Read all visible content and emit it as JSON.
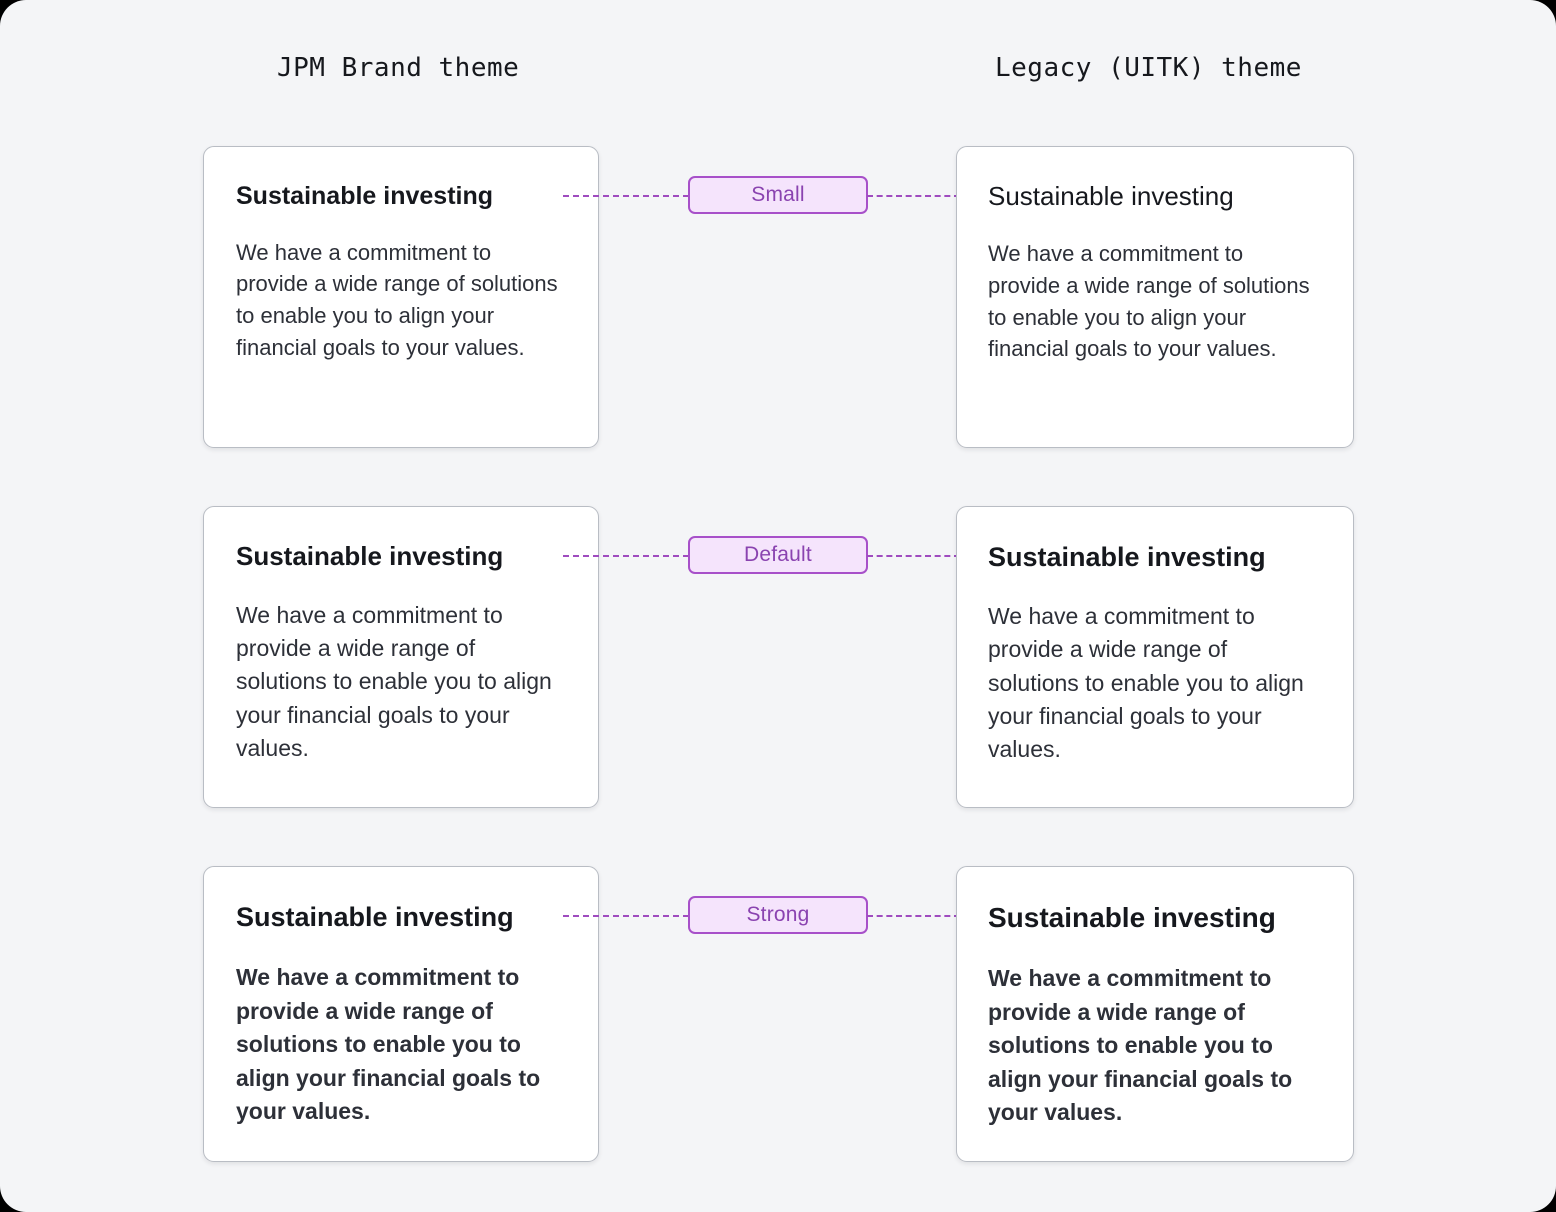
{
  "headers": {
    "left": "JPM Brand theme",
    "right": "Legacy (UITK) theme"
  },
  "colors": {
    "page_background": "#f4f5f7",
    "card_background": "#ffffff",
    "card_border": "#b9bdc4",
    "accent_purple": "#9f4bbf",
    "badge_fill": "#f5e4fc",
    "badge_border": "#a750c9",
    "badge_text": "#8a43b0",
    "text_primary": "#16181d",
    "text_body": "#2d3038"
  },
  "card_content": {
    "title": "Sustainable investing",
    "body": "We have a commitment to provide a wide range of solutions to enable you to align your financial goals to your values."
  },
  "rows": [
    {
      "badge": "Small",
      "brand": {
        "title": "Sustainable investing",
        "body": "We have a commitment to provide a wide range of solutions to enable you to align your financial goals to your values."
      },
      "legacy": {
        "title": "Sustainable investing",
        "body": "We have a commitment to provide a wide range of solutions to enable you to align your financial goals to your values."
      }
    },
    {
      "badge": "Default",
      "brand": {
        "title": "Sustainable investing",
        "body": "We have a commitment to provide a wide range of solutions to enable you to align your financial goals to your values."
      },
      "legacy": {
        "title": "Sustainable investing",
        "body": "We have a commitment to provide a wide range of solutions to enable you to align your financial goals to your values."
      }
    },
    {
      "badge": "Strong",
      "brand": {
        "title": "Sustainable investing",
        "body": "We have a commitment to provide a wide range of solutions to enable you to align your financial goals to your values."
      },
      "legacy": {
        "title": "Sustainable investing",
        "body": "We have a commitment to provide a wide range of solutions to enable you to align your financial goals to your values."
      }
    }
  ]
}
